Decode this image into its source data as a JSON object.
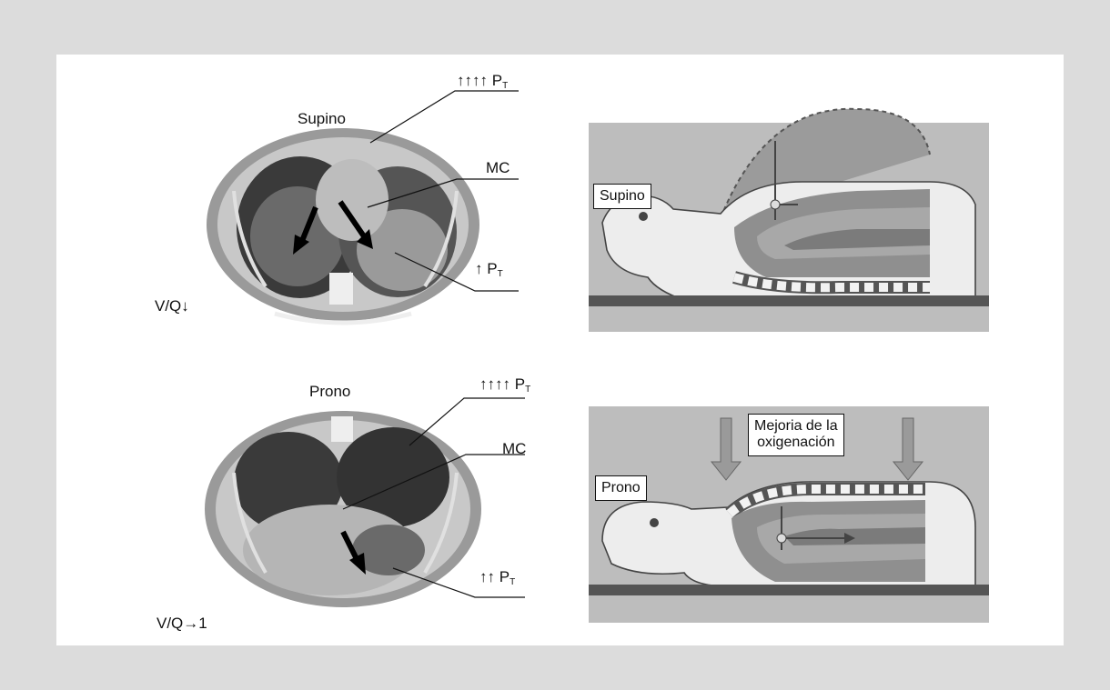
{
  "supine_ct": {
    "title": "Supino",
    "top_label": "↑↑↑↑ P",
    "top_label_sub": "T",
    "mc_label": "MC",
    "bottom_label": "↑ P",
    "bottom_label_sub": "T",
    "vq_label": "V/Q↓"
  },
  "prone_ct": {
    "title": "Prono",
    "top_label": "↑↑↑↑ P",
    "top_label_sub": "T",
    "mc_label": "MC",
    "bottom_label": "↑↑ P",
    "bottom_label_sub": "T",
    "vq_label": "V/Q→1"
  },
  "supine_diagram": {
    "box_label": "Supino"
  },
  "prone_diagram": {
    "box_label": "Prono",
    "caption_line1": "Mejoria de la",
    "caption_line2": "oxigenación"
  },
  "colors": {
    "background": "#dcdcdc",
    "panel": "#ffffff",
    "illustration_bg": "#bdbdbd",
    "bed": "#555555"
  }
}
